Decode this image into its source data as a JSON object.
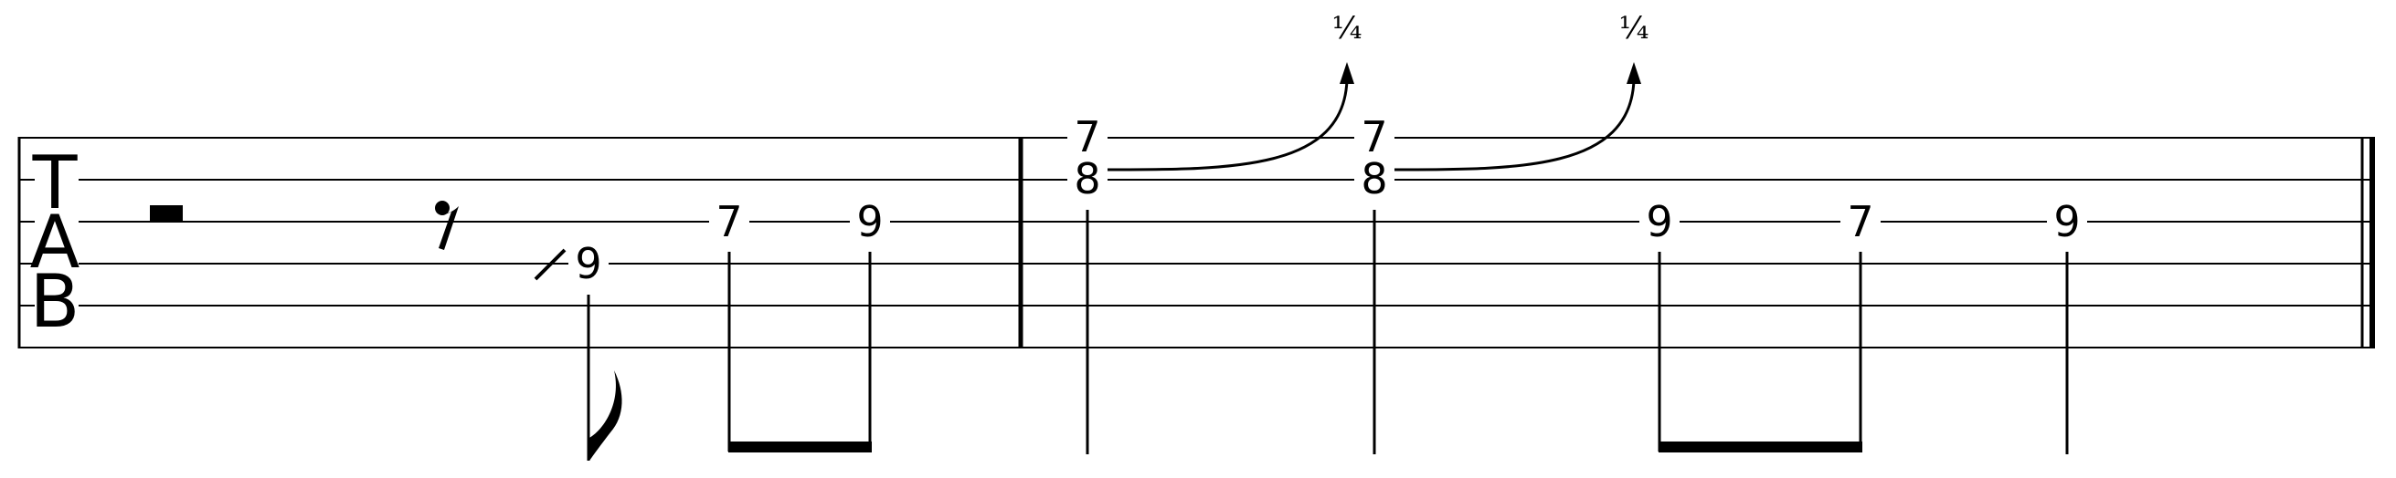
{
  "clef": {
    "letters": [
      "T",
      "A",
      "B"
    ]
  },
  "strings": 6,
  "measures": [
    {
      "notes": [
        {
          "type": "half-rest"
        },
        {
          "type": "eighth-rest"
        },
        {
          "type": "slide-in",
          "string": 4,
          "fret": "9",
          "duration": "eighth"
        },
        {
          "string": 3,
          "fret": "7",
          "duration": "eighth"
        },
        {
          "string": 3,
          "fret": "9",
          "duration": "eighth"
        }
      ]
    },
    {
      "notes": [
        {
          "chord": [
            {
              "string": 1,
              "fret": "7"
            },
            {
              "string": 2,
              "fret": "8",
              "bend": "¼"
            }
          ],
          "duration": "quarter"
        },
        {
          "chord": [
            {
              "string": 1,
              "fret": "7"
            },
            {
              "string": 2,
              "fret": "8",
              "bend": "¼"
            }
          ],
          "duration": "quarter"
        },
        {
          "string": 3,
          "fret": "9",
          "duration": "eighth"
        },
        {
          "string": 3,
          "fret": "7",
          "duration": "eighth"
        },
        {
          "string": 3,
          "fret": "9",
          "duration": "quarter"
        }
      ]
    }
  ]
}
